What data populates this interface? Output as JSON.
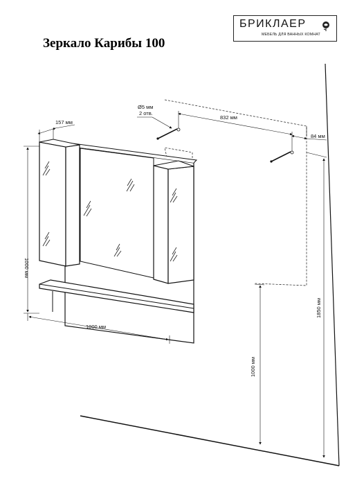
{
  "title": "Зеркало Карибы 100",
  "logo": {
    "brand": "БРИКЛАЕР",
    "tagline": "МЕБЕЛЬ ДЛЯ ВАННЫХ КОМНАТ",
    "icon": "rose-icon"
  },
  "dimensions": {
    "cabinet_depth": "157 мм",
    "hole_size": "Ø5 мм",
    "hole_count": "2 отв.",
    "hole_spacing": "832 мм",
    "hole_edge_offset": "84 мм",
    "mirror_height": "1000 мм",
    "mirror_width": "1000 мм",
    "mount_height_bottom": "1000 мм",
    "mount_height_top": "1850 мм"
  }
}
